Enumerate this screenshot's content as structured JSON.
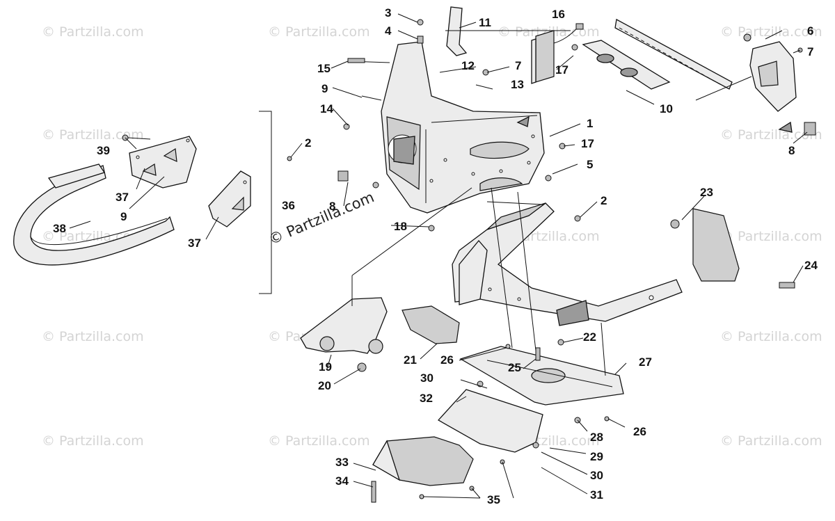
{
  "watermark": {
    "text": "© Partzilla.com",
    "center_text": "© Partzilla.com"
  },
  "callouts": [
    {
      "id": "c1",
      "label": "1"
    },
    {
      "id": "c2a",
      "label": "2"
    },
    {
      "id": "c2b",
      "label": "2"
    },
    {
      "id": "c3",
      "label": "3"
    },
    {
      "id": "c4",
      "label": "4"
    },
    {
      "id": "c5",
      "label": "5"
    },
    {
      "id": "c6",
      "label": "6"
    },
    {
      "id": "c7a",
      "label": "7"
    },
    {
      "id": "c7b",
      "label": "7"
    },
    {
      "id": "c8a",
      "label": "8"
    },
    {
      "id": "c8b",
      "label": "8"
    },
    {
      "id": "c9a",
      "label": "9"
    },
    {
      "id": "c9b",
      "label": "9"
    },
    {
      "id": "c10",
      "label": "10"
    },
    {
      "id": "c11",
      "label": "11"
    },
    {
      "id": "c12",
      "label": "12"
    },
    {
      "id": "c13",
      "label": "13"
    },
    {
      "id": "c14",
      "label": "14"
    },
    {
      "id": "c15",
      "label": "15"
    },
    {
      "id": "c16",
      "label": "16"
    },
    {
      "id": "c17a",
      "label": "17"
    },
    {
      "id": "c17b",
      "label": "17"
    },
    {
      "id": "c18",
      "label": "18"
    },
    {
      "id": "c19",
      "label": "19"
    },
    {
      "id": "c20",
      "label": "20"
    },
    {
      "id": "c21",
      "label": "21"
    },
    {
      "id": "c22",
      "label": "22"
    },
    {
      "id": "c23",
      "label": "23"
    },
    {
      "id": "c24",
      "label": "24"
    },
    {
      "id": "c25",
      "label": "25"
    },
    {
      "id": "c26a",
      "label": "26"
    },
    {
      "id": "c26b",
      "label": "26"
    },
    {
      "id": "c27",
      "label": "27"
    },
    {
      "id": "c28",
      "label": "28"
    },
    {
      "id": "c29",
      "label": "29"
    },
    {
      "id": "c30a",
      "label": "30"
    },
    {
      "id": "c30b",
      "label": "30"
    },
    {
      "id": "c31",
      "label": "31"
    },
    {
      "id": "c32",
      "label": "32"
    },
    {
      "id": "c33",
      "label": "33"
    },
    {
      "id": "c34",
      "label": "34"
    },
    {
      "id": "c35",
      "label": "35"
    },
    {
      "id": "c36",
      "label": "36"
    },
    {
      "id": "c37a",
      "label": "37"
    },
    {
      "id": "c37b",
      "label": "37"
    },
    {
      "id": "c38",
      "label": "38"
    },
    {
      "id": "c39",
      "label": "39"
    }
  ]
}
